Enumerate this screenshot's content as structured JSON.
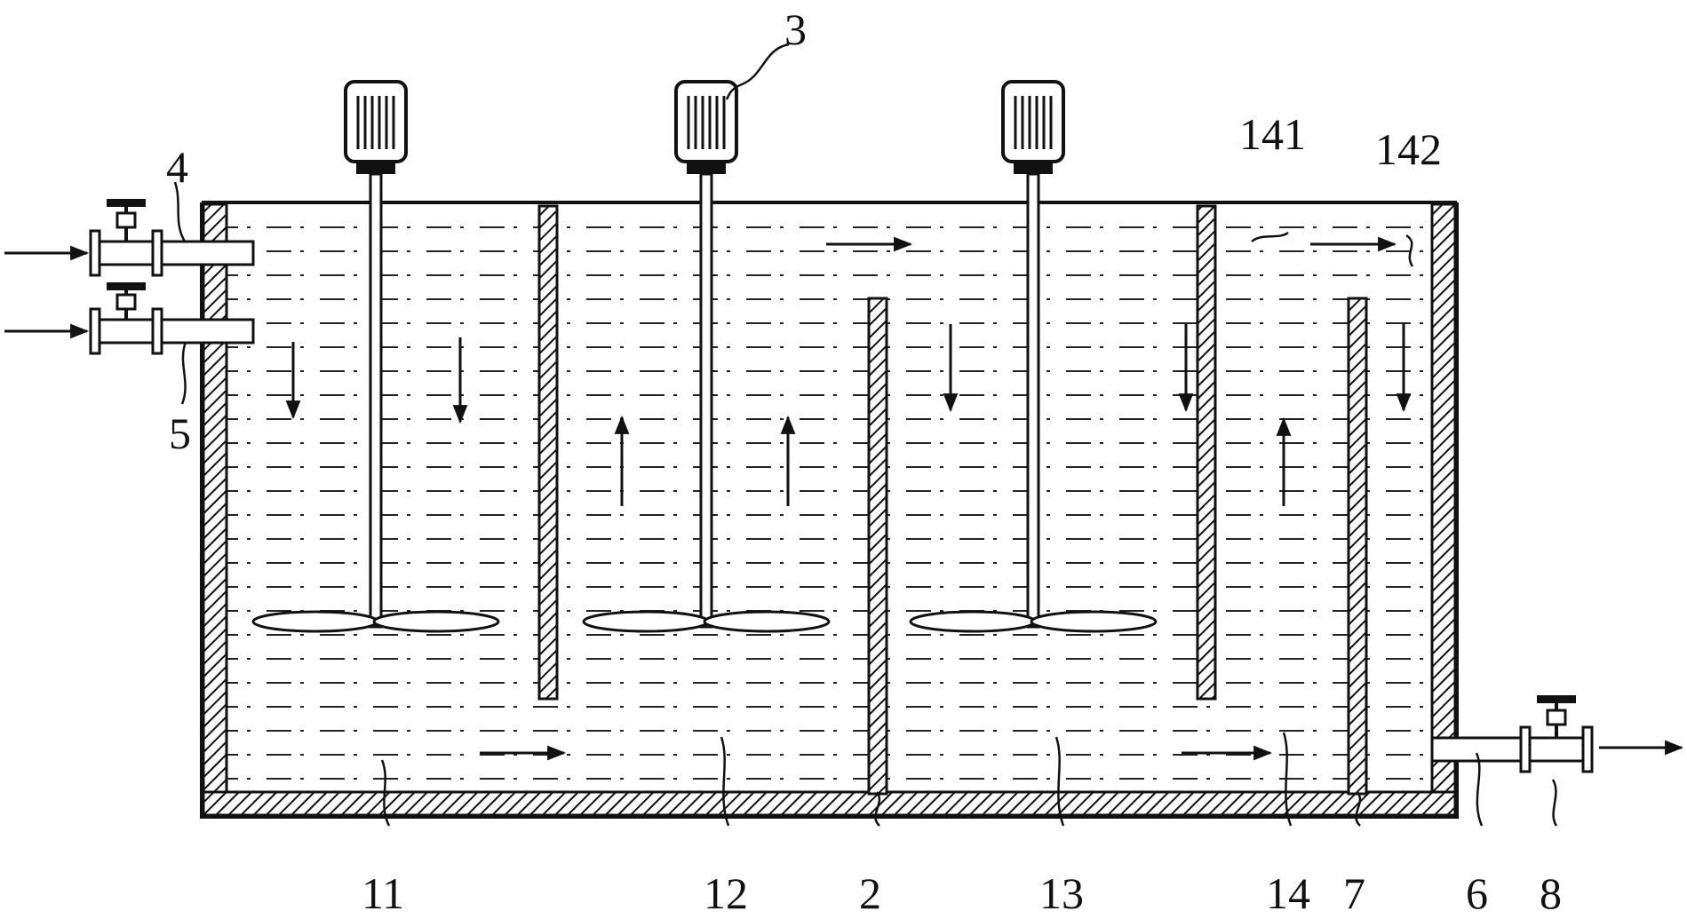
{
  "labels": {
    "inlet_pipe_top": "4",
    "inlet_pipe_bottom": "5",
    "stirrer_motor": "3",
    "chamber_11": "11",
    "chamber_12": "12",
    "partition_2": "2",
    "chamber_13": "13",
    "chamber_14": "14",
    "zone_141": "141",
    "zone_142": "142",
    "partition_7": "7",
    "outlet_pipe": "6",
    "outlet_valve": "8"
  },
  "colors": {
    "line": "#111111",
    "background": "#ffffff"
  },
  "icons": {
    "motor": "motor-icon",
    "valve": "valve-icon",
    "impeller": "impeller-icon",
    "flow_arrow": "flow-arrow-icon"
  }
}
